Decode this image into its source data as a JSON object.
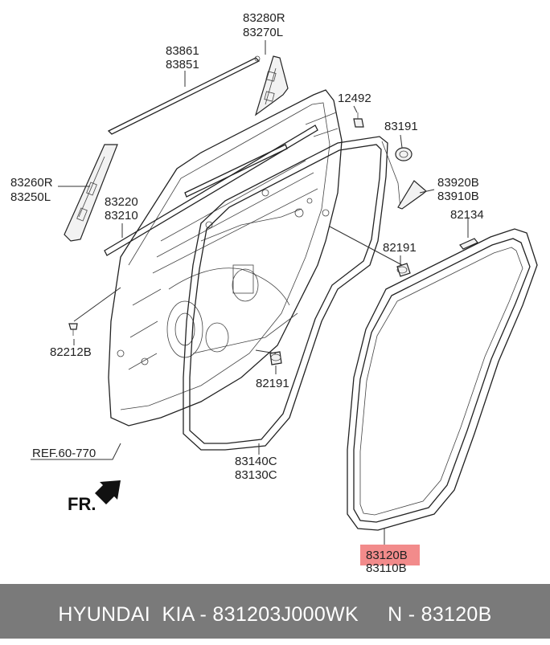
{
  "labels": {
    "p83280R": "83280R",
    "p83270L": "83270L",
    "p83861": "83861",
    "p83851": "83851",
    "p12492": "12492",
    "p83191": "83191",
    "p83260R": "83260R",
    "p83250L": "83250L",
    "p83220": "83220",
    "p83210": "83210",
    "p83920B": "83920B",
    "p83910B": "83910B",
    "p82134": "82134",
    "p82191a": "82191",
    "p82212B": "82212B",
    "p82191b": "82191",
    "ref": "REF.60-770",
    "p83140C": "83140C",
    "p83130C": "83130C",
    "p83120B": "83120B",
    "p83110B": "83110B",
    "fr": "FR."
  },
  "colors": {
    "highlight": "#f28b8b",
    "footer_bg": "#7a7a7a"
  },
  "footer": {
    "text": "HYUNDAI  KIA - 831203J000WK     N - 83120B"
  }
}
